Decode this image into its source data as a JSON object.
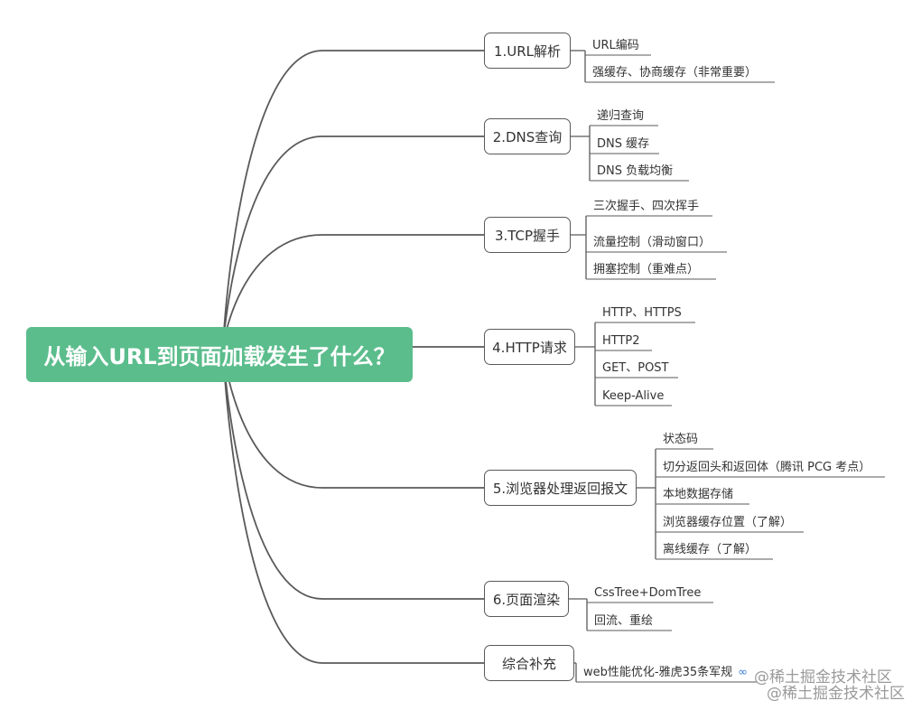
{
  "title": "从输入URL到页面加载发生了什么？",
  "branches": [
    {
      "label": "1.URL解析",
      "children": [
        "URL编码",
        "强缓存、协商缓存（非常重要）"
      ]
    },
    {
      "label": "2.DNS查询",
      "children": [
        "递归查询",
        "DNS 缓存",
        "DNS 负载均衡"
      ]
    },
    {
      "label": "3.TCP握手",
      "children": [
        "三次握手、四次挥手",
        "流量控制（滑动窗口）",
        "拥塞控制（重难点）"
      ]
    },
    {
      "label": "4.HTTP请求",
      "children": [
        "HTTP、HTTPS",
        "HTTP2",
        "GET、POST",
        "Keep-Alive"
      ]
    },
    {
      "label": "5.浏览器处理返回报文",
      "children": [
        "状态码",
        "切分返回头和返回体（腾讯 PCG 考点）",
        "本地数据存储",
        "浏览器缓存位置（了解）",
        "离线缓存（了解）"
      ]
    },
    {
      "label": "6.页面渲染",
      "children": [
        "CssTree+DomTree",
        "回流、重绘"
      ]
    },
    {
      "label": "综合补充",
      "children": [
        "web性能优化-雅虎35条军规"
      ]
    }
  ],
  "link_icon": "link-icon",
  "watermark": "@稀土掘金技术社区",
  "colors": {
    "root_fill": "#5bbd8c",
    "line": "#5a5a5a",
    "text": "#333333"
  }
}
